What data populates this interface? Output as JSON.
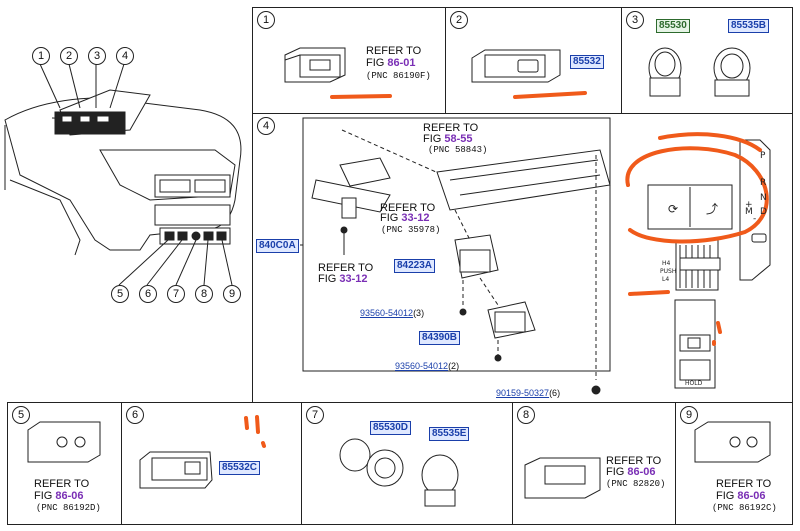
{
  "refer_to": "REFER TO",
  "fig_prefix": "FIG",
  "panels": {
    "p1": {
      "index": "1",
      "fig": "86-01",
      "pnc": "(PNC 86190F)"
    },
    "p2": {
      "index": "2",
      "part": "85532"
    },
    "p3": {
      "index": "3",
      "part_a": "85530",
      "part_b": "85535B"
    },
    "p4": {
      "index": "4",
      "assembly": "840C0A",
      "ref_top": {
        "fig": "58-55",
        "pnc": "(PNC 58843)"
      },
      "ref_mid": {
        "fig": "33-12",
        "pnc": "(PNC 35978)"
      },
      "ref_left": {
        "fig": "33-12"
      },
      "part_84223": "84223A",
      "part_84390": "84390B",
      "screw_a": "93560-54012",
      "screw_a_qty": "(3)",
      "screw_b": "93560-54012",
      "screw_b_qty": "(2)",
      "screw_c": "90159-50327",
      "screw_c_qty": "(6)"
    },
    "p5": {
      "index": "5",
      "fig": "86-06",
      "pnc": "(PNC 86192D)"
    },
    "p6": {
      "index": "6",
      "part": "85532C"
    },
    "p7": {
      "index": "7",
      "part_a": "85530D",
      "part_b": "85535E"
    },
    "p8": {
      "index": "8",
      "fig": "86-06",
      "pnc": "(PNC 82820)"
    },
    "p9": {
      "index": "9",
      "fig": "86-06",
      "pnc": "(PNC 86192C)"
    }
  },
  "callouts": [
    "1",
    "2",
    "3",
    "4",
    "5",
    "6",
    "7",
    "8",
    "9"
  ],
  "shifter": {
    "letters": [
      "P",
      "R",
      "N",
      "D",
      "M"
    ],
    "plus": "+",
    "minus": "-",
    "h4": "H4",
    "push": "PUSH",
    "l4": "L4",
    "hold": "HOLD"
  },
  "annotation_color": "#f05a1a"
}
